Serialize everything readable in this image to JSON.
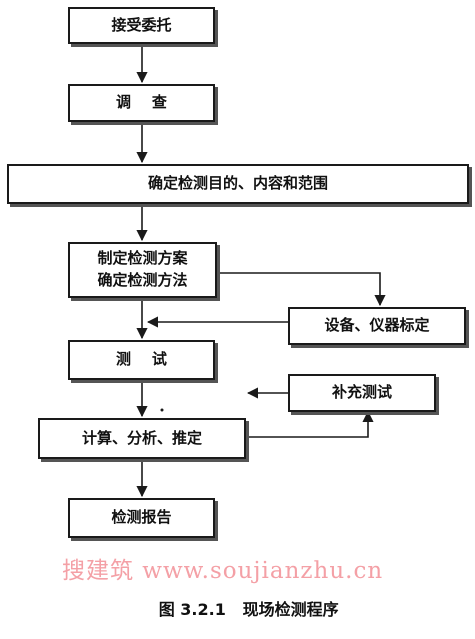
{
  "steps": {
    "accept": "接受委托",
    "investigate": "调    查",
    "purpose": "确定检测目的、内容和范围",
    "plan_line1": "制定检测方案",
    "plan_line2": "确定检测方法",
    "calibration": "设备、仪器标定",
    "test": "测    试",
    "supplement": "补充测试",
    "analysis": "计算、分析、推定",
    "report": "检测报告"
  },
  "caption": {
    "number": "图 3.2.1",
    "title": "现场检测程序"
  },
  "watermark": "搜建筑 www.soujianzhu.cn",
  "colors": {
    "line": "#1a1a1a",
    "watermark": "#f4a0a6"
  }
}
